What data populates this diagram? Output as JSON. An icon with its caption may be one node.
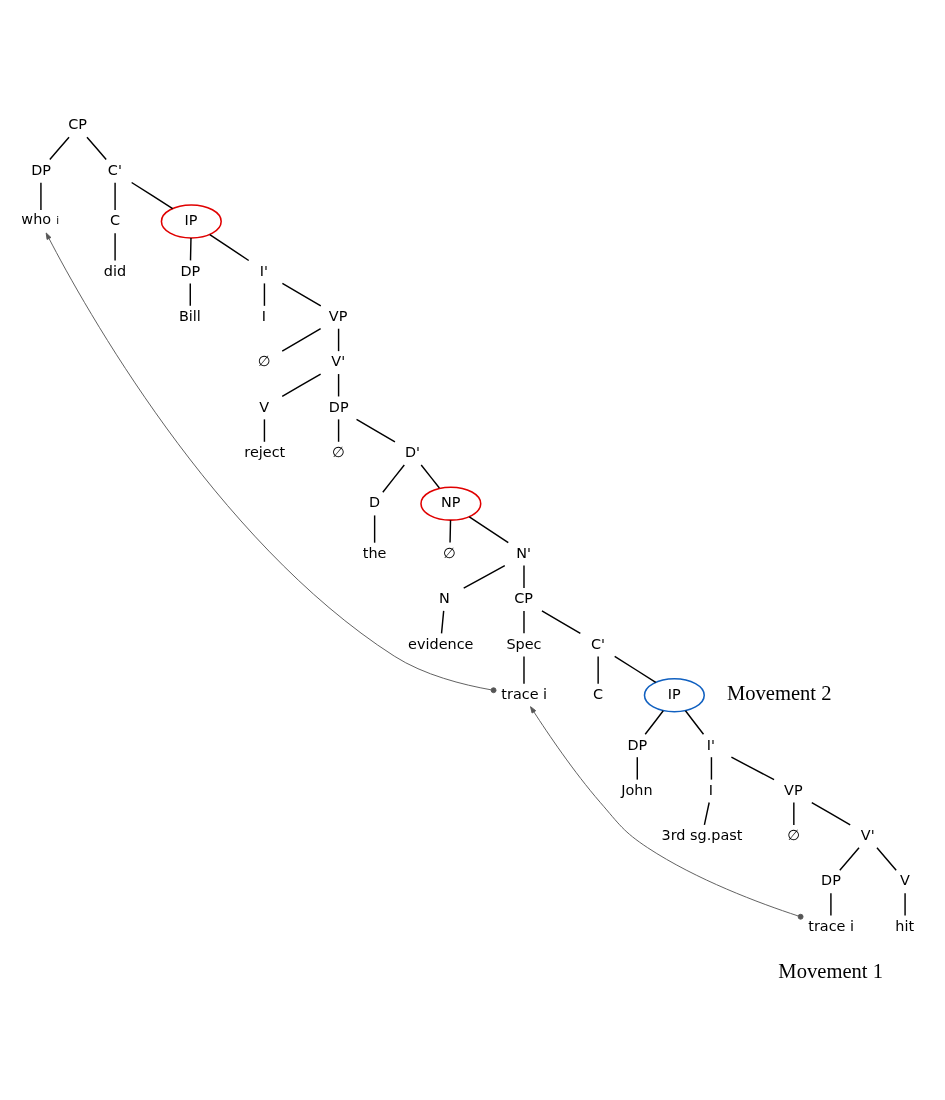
{
  "diagram": {
    "nodes": [
      {
        "text": [
          "CP"
        ]
      },
      {
        "text": [
          "DP"
        ]
      },
      {
        "text": [
          "who"
        ],
        "beside": [
          "i"
        ]
      },
      {
        "text": [
          "C'"
        ]
      },
      {
        "text": [
          "C"
        ]
      },
      {
        "text": [
          "did"
        ]
      },
      {
        "text": [
          "IP"
        ]
      },
      {
        "text": [
          "DP"
        ]
      },
      {
        "text": [
          "Bill"
        ]
      },
      {
        "text": [
          "I'"
        ]
      },
      {
        "text": [
          "I"
        ]
      },
      {
        "text": [
          "VP"
        ]
      },
      {
        "text": [
          "∅"
        ]
      },
      {
        "text": [
          "V'"
        ]
      },
      {
        "text": [
          "V"
        ]
      },
      {
        "text": [
          "reject"
        ]
      },
      {
        "text": [
          "DP"
        ]
      },
      {
        "text": [
          "∅"
        ]
      },
      {
        "text": [
          "D'"
        ]
      },
      {
        "text": [
          "D"
        ]
      },
      {
        "text": [
          "the"
        ]
      },
      {
        "text": [
          "NP"
        ]
      },
      {
        "text": [
          "∅"
        ]
      },
      {
        "text": [
          "N'"
        ]
      },
      {
        "text": [
          "N"
        ]
      },
      {
        "text": [
          "evidence"
        ]
      },
      {
        "text": [
          "CP"
        ]
      },
      {
        "text": [
          "Spec"
        ]
      },
      {
        "text": [
          "trace i"
        ]
      },
      {
        "text": [
          "C'"
        ]
      },
      {
        "text": [
          "C"
        ]
      },
      {
        "text": [
          "IP"
        ]
      },
      {
        "text": [
          "DP"
        ]
      },
      {
        "text": [
          "John"
        ]
      },
      {
        "text": [
          "I'"
        ]
      },
      {
        "text": [
          "I"
        ]
      },
      {
        "text": [
          "3rd sg.past"
        ]
      },
      {
        "text": [
          "VP"
        ]
      },
      {
        "text": [
          "∅"
        ]
      },
      {
        "text": [
          "V'"
        ]
      },
      {
        "text": [
          "V"
        ]
      },
      {
        "text": [
          "hit"
        ]
      },
      {
        "text": [
          "DP"
        ]
      },
      {
        "text": [
          "trace i"
        ]
      }
    ],
    "edges": [
      {
        "from": 0,
        "to": 1,
        "arrow": "none"
      },
      {
        "from": 0,
        "to": 3,
        "arrow": "none"
      },
      {
        "from": 1,
        "to": 2,
        "arrow": "none"
      },
      {
        "from": 3,
        "to": 4,
        "arrow": "none"
      },
      {
        "from": 3,
        "to": 6,
        "arrow": "none"
      },
      {
        "from": 4,
        "to": 5,
        "arrow": "none"
      },
      {
        "from": 6,
        "to": 7,
        "arrow": "none"
      },
      {
        "from": 6,
        "to": 9,
        "arrow": "none"
      },
      {
        "from": 7,
        "to": 8,
        "arrow": "none"
      },
      {
        "from": 9,
        "to": 10,
        "arrow": "none"
      },
      {
        "from": 9,
        "to": 11,
        "arrow": "none"
      },
      {
        "from": 11,
        "to": 12,
        "arrow": "none"
      },
      {
        "from": 11,
        "to": 13,
        "arrow": "none"
      },
      {
        "from": 13,
        "to": 14,
        "arrow": "none"
      },
      {
        "from": 13,
        "to": 16,
        "arrow": "none"
      },
      {
        "from": 14,
        "to": 15,
        "arrow": "none"
      },
      {
        "from": 16,
        "to": 17,
        "arrow": "none"
      },
      {
        "from": 16,
        "to": 18,
        "arrow": "none"
      },
      {
        "from": 18,
        "to": 19,
        "arrow": "none"
      },
      {
        "from": 18,
        "to": 21,
        "arrow": "none"
      },
      {
        "from": 19,
        "to": 20,
        "arrow": "none"
      },
      {
        "from": 21,
        "to": 22,
        "arrow": "none"
      },
      {
        "from": 21,
        "to": 23,
        "arrow": "none"
      },
      {
        "from": 23,
        "to": 24,
        "arrow": "none"
      },
      {
        "from": 23,
        "to": 26,
        "arrow": "none"
      },
      {
        "from": 24,
        "to": 25,
        "arrow": "none"
      },
      {
        "from": 26,
        "to": 27,
        "arrow": "none"
      },
      {
        "from": 26,
        "to": 29,
        "arrow": "none"
      },
      {
        "from": 27,
        "to": 28,
        "arrow": "none"
      },
      {
        "from": 29,
        "to": 30,
        "arrow": "none"
      },
      {
        "from": 29,
        "to": 31,
        "arrow": "none"
      },
      {
        "from": 31,
        "to": 32,
        "arrow": "none"
      },
      {
        "from": 31,
        "to": 34,
        "arrow": "none"
      },
      {
        "from": 32,
        "to": 33,
        "arrow": "none"
      },
      {
        "from": 34,
        "to": 35,
        "arrow": "none"
      },
      {
        "from": 34,
        "to": 37,
        "arrow": "none"
      },
      {
        "from": 35,
        "to": 36,
        "arrow": "none"
      },
      {
        "from": 37,
        "to": 38,
        "arrow": "none"
      },
      {
        "from": 37,
        "to": 39,
        "arrow": "none"
      },
      {
        "from": 39,
        "to": 40,
        "arrow": "none"
      },
      {
        "from": 39,
        "to": 42,
        "arrow": "none"
      },
      {
        "from": 40,
        "to": 41,
        "arrow": "none"
      },
      {
        "from": 42,
        "to": 43,
        "arrow": "none"
      },
      {
        "from": 43,
        "to": 28,
        "arrow": "to"
      },
      {
        "from": 28,
        "to": 2,
        "arrow": "to"
      }
    ],
    "labels": [
      "Movement 2",
      "Movement 1"
    ]
  }
}
